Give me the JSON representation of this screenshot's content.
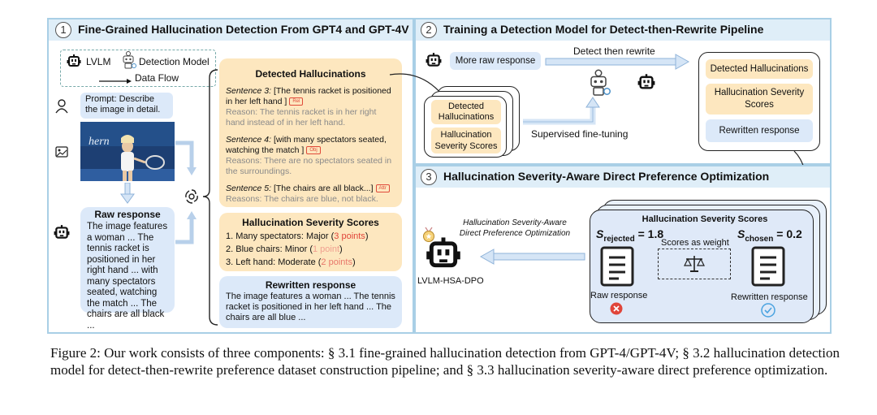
{
  "panel1": {
    "num": "1",
    "title": "Fine-Grained Hallucination Detection From GPT4 and GPT-4V",
    "legend": {
      "lvlm": "LVLM",
      "detection_model": "Detection Model",
      "data_flow": "Data Flow"
    },
    "prompt": "Prompt: Describe the image in detail.",
    "raw_title": "Raw response",
    "raw_text": "The image features a woman ... The tennis racket is positioned in her right hand ... with many spectators seated, watching the match ... The chairs are all black ...",
    "detected": {
      "title": "Detected Hallucinations",
      "s3_label": "Sentence 3:",
      "s3_text": " [The tennis racket is positioned in her left hand ]",
      "s3_tag": "Rel",
      "s3_reason": "Reason: The tennis racket is in her right hand instead of in her left hand.",
      "s4_label": "Sentence 4:",
      "s4_text": " [with many spectators seated, watching the match ]",
      "s4_tag": "Obj",
      "s4_reason": "Reasons: There are no spectators seated in the surroundings.",
      "s5_label": "Sentence 5:",
      "s5_text": " [The chairs are all black...]",
      "s5_tag": "Attr",
      "s5_reason": "Reasons: The chairs are blue, not black."
    },
    "severity": {
      "title": "Hallucination Severity Scores",
      "i1": "1. Many spectators: Major (",
      "i1_pts": "3 points",
      "i2": "2. Blue chairs: Minor (",
      "i2_pts": "1 point",
      "i3": "3. Left hand: Moderate (",
      "i3_pts": "2 points",
      "close": ")"
    },
    "rewritten": {
      "title": "Rewritten response",
      "text": "The image features a woman ... The tennis racket is positioned in her left hand ... The chairs are all blue ..."
    }
  },
  "panel2": {
    "num": "2",
    "title": "Training a Detection Model for Detect-then-Rewrite Pipeline",
    "more_raw": "More raw response",
    "detect_rewrite": "Detect then rewrite",
    "stack_detected": "Detected Hallucinations",
    "stack_scores": "Hallucination Severity Scores",
    "supervised": "Supervised fine-tuning",
    "out_detected": "Detected Hallucinations",
    "out_scores": "Hallucination Severity Scores",
    "out_rewritten": "Rewritten response"
  },
  "panel3": {
    "num": "3",
    "title": "Hallucination Severity-Aware Direct Preference Optimization",
    "card_title": "Hallucination Severity Scores",
    "s_rej_sym": "S",
    "s_rej_sub": "rejected",
    "s_rej_val": " = 1.8",
    "s_cho_sym": "S",
    "s_cho_sub": "chosen",
    "s_cho_val": " = 0.2",
    "weight": "Scores as weight",
    "raw": "Raw response",
    "rewritten": "Rewritten response",
    "hsa_label": "Hallucination Severity-Aware Direct Preference Optimization",
    "model": "LVLM-HSA-DPO"
  },
  "caption": "Figure 2: Our work consists of three components: § 3.1 fine-grained hallucination detection from GPT-4/GPT-4V; § 3.2 hallucination detection model for detect-then-rewrite preference dataset construction pipeline; and § 3.3 hallucination severity-aware direct preference optimization."
}
